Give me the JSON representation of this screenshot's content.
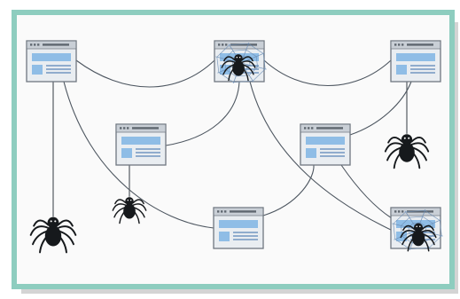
{
  "colors": {
    "frame_border": "#8ecdbf",
    "frame_shadow": "#d4d4d4",
    "card_background": "#fafafa",
    "page_fill": "#e9edf1",
    "page_border": "#6f7780",
    "page_header": "#c9cfd6",
    "page_block": "#8fbde6",
    "page_line": "#5b86b8",
    "page_title": "#5f6770",
    "connector": "#4d5660",
    "thread": "#545b62",
    "spider": "#16191c",
    "web": "#6d8fb6"
  },
  "icons": {
    "web_page": "browser-window-icon",
    "spider": "spider-icon",
    "spider_web": "spider-web-icon"
  },
  "diagram": {
    "pages": [
      {
        "id": "p1",
        "web": false
      },
      {
        "id": "p2",
        "web": true
      },
      {
        "id": "p3",
        "web": false
      },
      {
        "id": "p4",
        "web": false
      },
      {
        "id": "p5",
        "web": false
      },
      {
        "id": "p6",
        "web": false
      },
      {
        "id": "p7",
        "web": true
      }
    ],
    "links": [
      [
        "p1",
        "p2"
      ],
      [
        "p2",
        "p3"
      ],
      [
        "p1",
        "p6"
      ],
      [
        "p4",
        "p2"
      ],
      [
        "p2",
        "p7"
      ],
      [
        "p6",
        "p5"
      ],
      [
        "p5",
        "p3"
      ],
      [
        "p5",
        "p7"
      ]
    ],
    "spiders": [
      {
        "id": "s1",
        "thread_from": "p1"
      },
      {
        "id": "s2",
        "thread_from": "p4"
      },
      {
        "id": "s3",
        "thread_from": "p3"
      },
      {
        "id": "s4",
        "on_page": "p2"
      },
      {
        "id": "s5",
        "on_page": "p7"
      }
    ]
  }
}
